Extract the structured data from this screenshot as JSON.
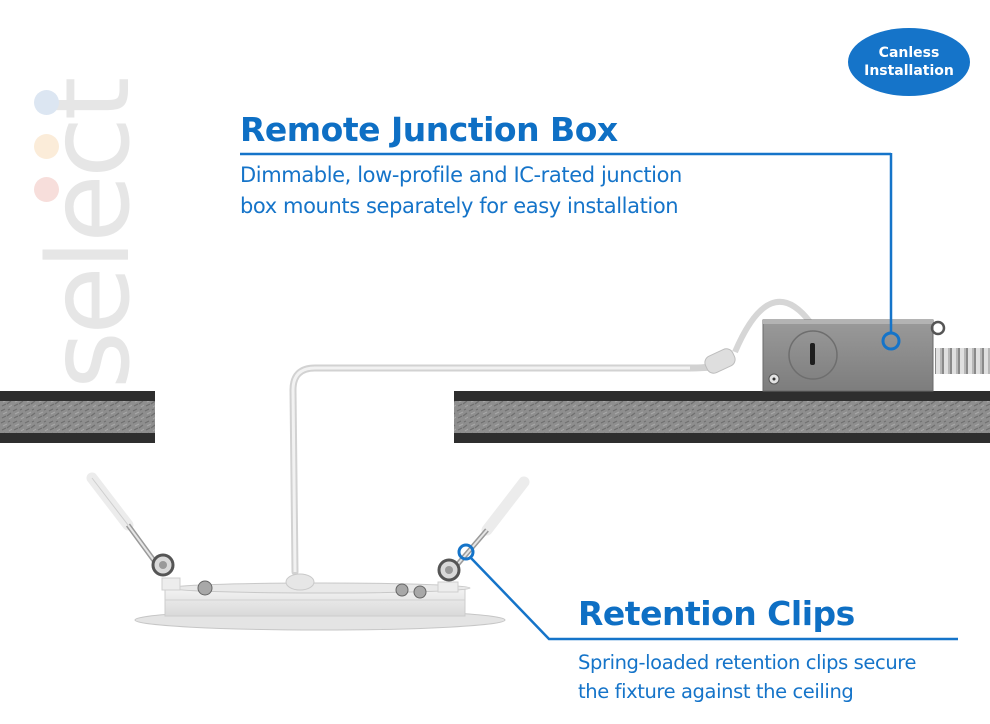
{
  "badge": {
    "line1": "Canless",
    "line2": "Installation",
    "color": "#1574c9"
  },
  "brand": {
    "text": "select",
    "dots": [
      "#dce6f2",
      "#fbecd9",
      "#f7dedb"
    ]
  },
  "callouts": {
    "junction_box": {
      "title": "Remote Junction Box",
      "line1": "Dimmable, low-profile and IC-rated junction",
      "line2": "box mounts separately for easy installation"
    },
    "retention_clips": {
      "title": "Retention Clips",
      "line1": "Spring-loaded retention clips secure",
      "line2": "the fixture against the ceiling"
    }
  },
  "colors": {
    "accent": "#1574c9",
    "ceiling_dark": "#2e2e2e",
    "ceiling_core": "#8c8c8c",
    "box_metal": "#8a8a8a"
  }
}
